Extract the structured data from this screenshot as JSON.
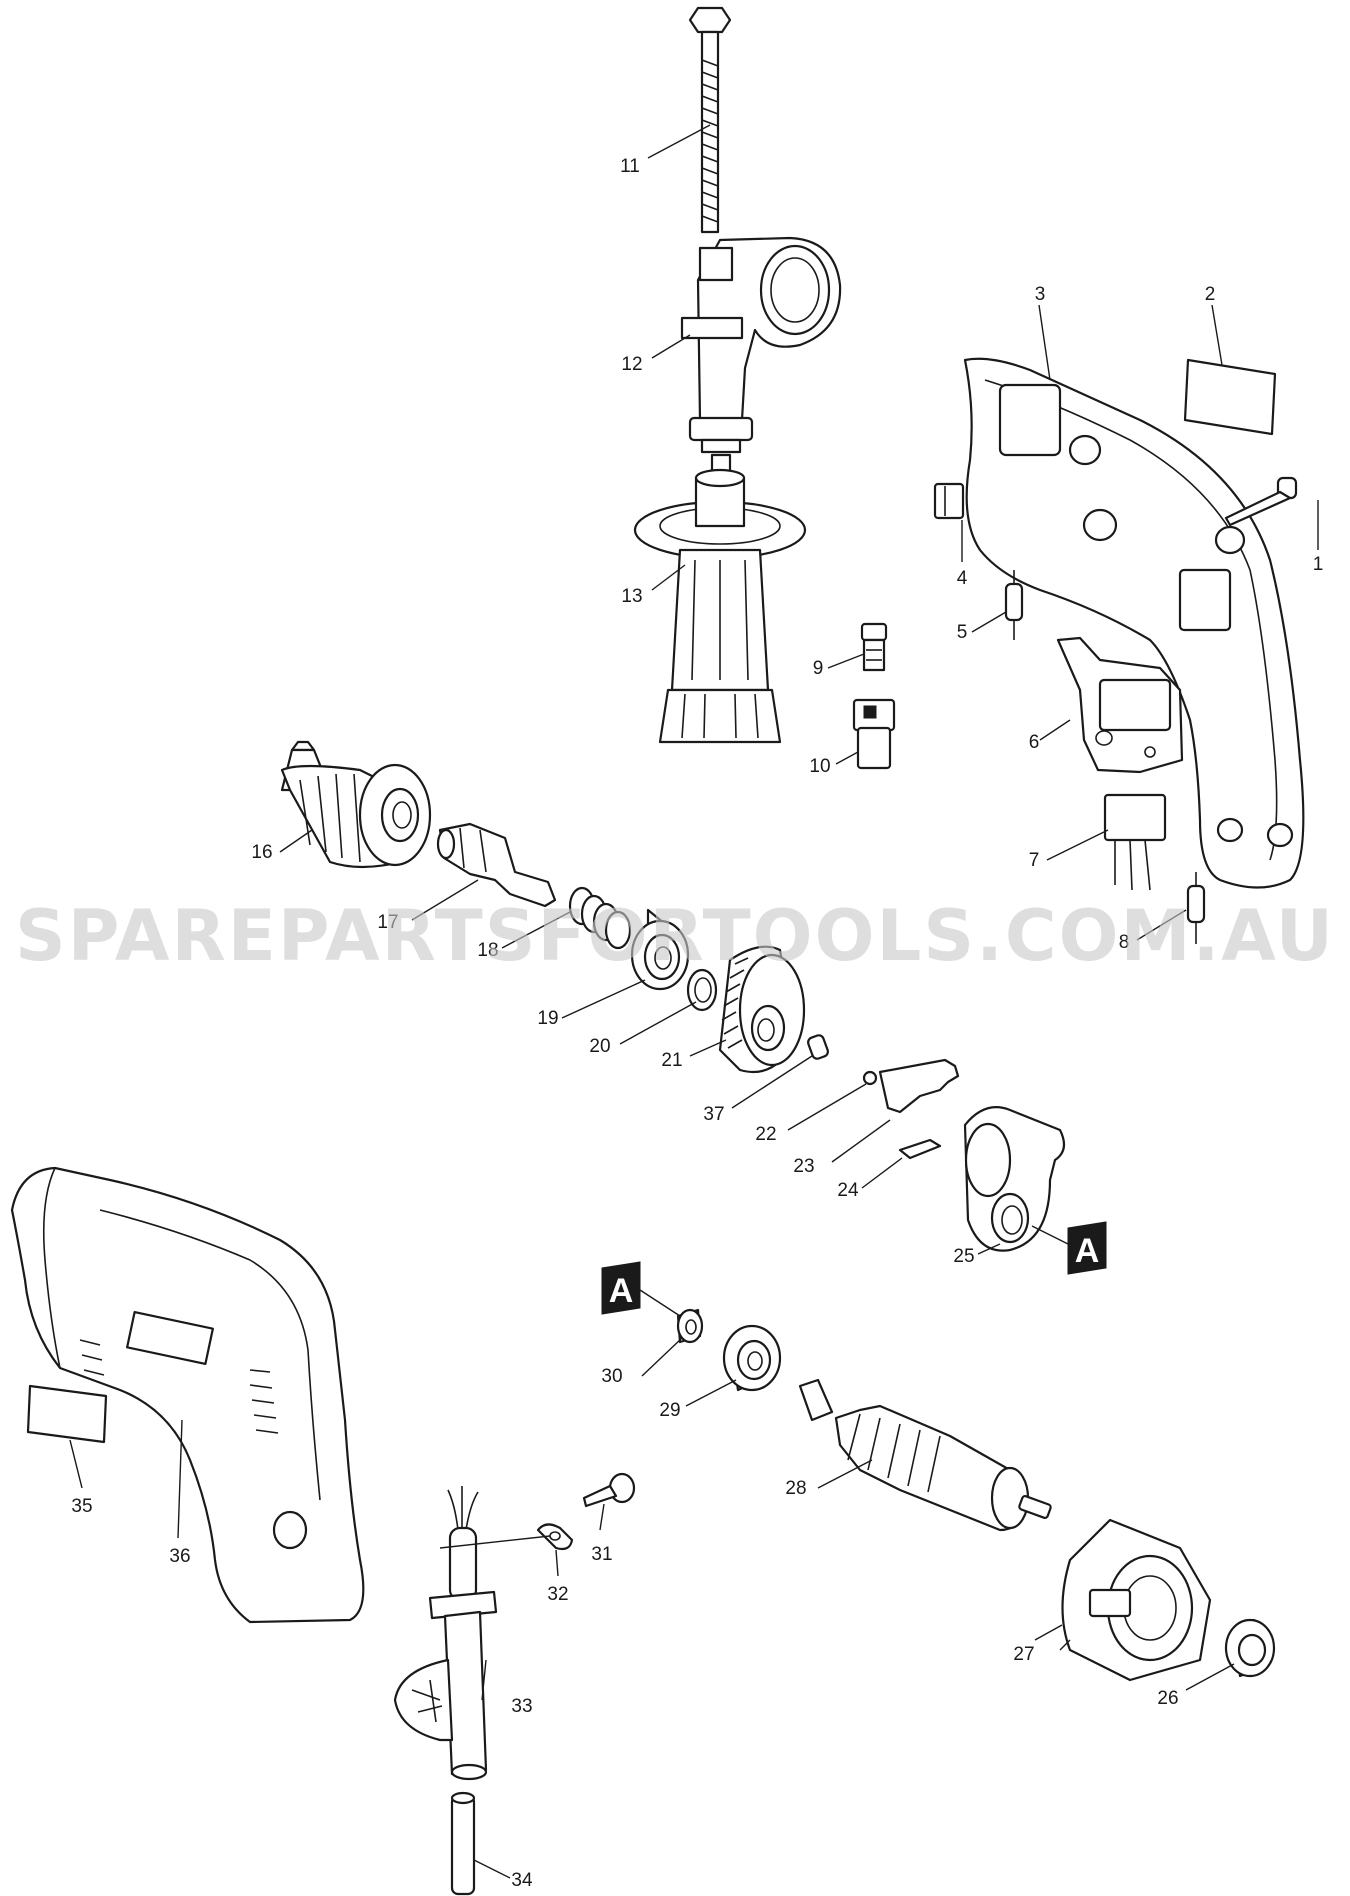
{
  "watermark": "SPAREPARTSFORTOOLS.COM.AU",
  "section_marker": "A",
  "part_labels": [
    "1",
    "2",
    "3",
    "4",
    "5",
    "6",
    "7",
    "8",
    "9",
    "10",
    "11",
    "12",
    "13",
    "16",
    "17",
    "18",
    "19",
    "20",
    "21",
    "22",
    "23",
    "24",
    "25",
    "26",
    "27",
    "28",
    "29",
    "30",
    "31",
    "32",
    "33",
    "34",
    "35",
    "36",
    "37"
  ],
  "colors": {
    "ink": "#1a1a1a",
    "background": "#ffffff",
    "watermark": "#c8c8c8"
  }
}
